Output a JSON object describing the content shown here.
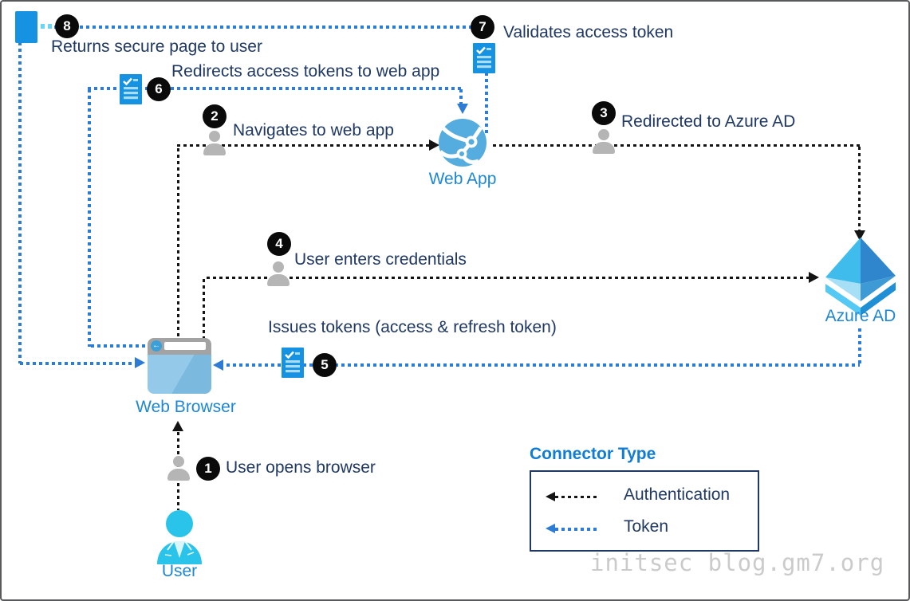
{
  "nodes": {
    "web_app_label": "Web App",
    "web_browser_label": "Web Browser",
    "user_label": "User",
    "azure_ad_label": "Azure AD"
  },
  "steps": [
    {
      "num": "1",
      "label": "User opens browser"
    },
    {
      "num": "2",
      "label": "Navigates to web app"
    },
    {
      "num": "3",
      "label": "Redirected to Azure AD"
    },
    {
      "num": "4",
      "label": "User enters credentials"
    },
    {
      "num": "5",
      "label": "Issues tokens (access & refresh token)"
    },
    {
      "num": "6",
      "label": "Redirects access tokens to web app"
    },
    {
      "num": "7",
      "label": "Validates access token"
    },
    {
      "num": "8",
      "label": "Returns secure page to user"
    }
  ],
  "legend": {
    "title": "Connector Type",
    "items": [
      {
        "label": "Authentication",
        "color": "#141414"
      },
      {
        "label": "Token",
        "color": "#2C7BD4"
      }
    ]
  },
  "icons": {
    "back_arrow": "←"
  },
  "watermark": "initsec blog.gm7.org",
  "colors": {
    "auth_line": "#141414",
    "token_line": "#2C7BD4",
    "step_text": "#1F3864",
    "caption_text": "#1E87D4",
    "legend_title": "#0F7CD5",
    "badge_bg": "#0A0A0A",
    "icon_blue": "#1592E2",
    "cyan_arrow": "#69D5F8",
    "person_gray": "#B5B5B5",
    "user_cyan": "#2AC3E9"
  }
}
